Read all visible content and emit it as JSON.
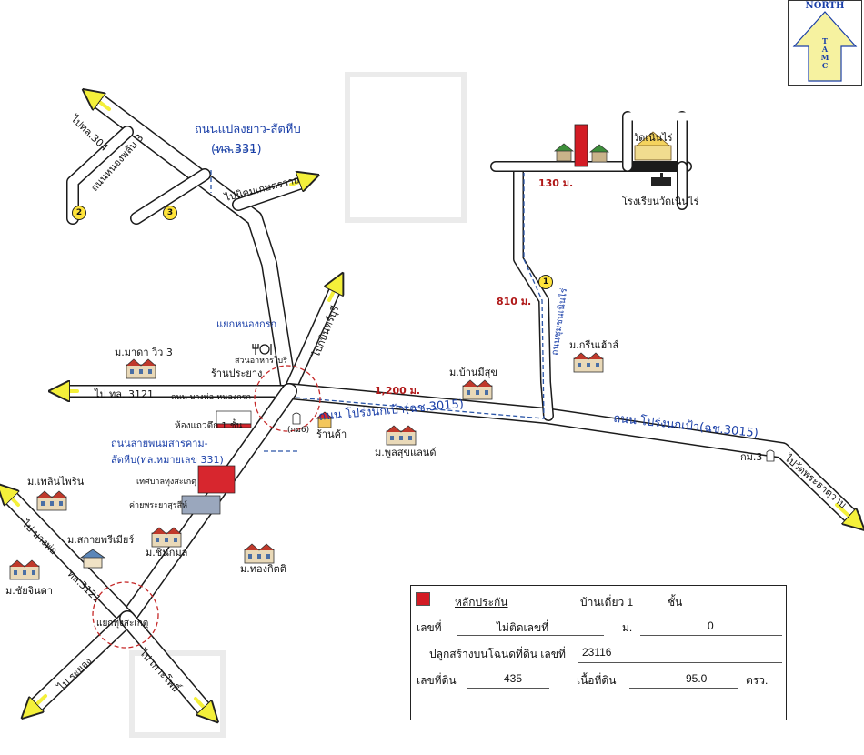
{
  "north": {
    "label": "NORTH",
    "letters": [
      "T",
      "A",
      "M",
      "C"
    ]
  },
  "roads": {
    "plaeng_yao_sattahip": "ถนนแปลงยาว-สัตหีบ",
    "route_331": "(ทล.331)",
    "to_route_304": "ไปทล.304",
    "to_nikhom_kasetwai": "ไปนิคมเกษตรวาย",
    "khanon_phana_3": "ถนนหนองพลับ 3",
    "yaek_nong_krok": "แยกหนองกรก",
    "to_kabin_buri": "ไปกบินทร์บุรี",
    "to_route_3121": "ไป ทล. 3121",
    "bang_pho_nong_krok": "ถนน บางพ่อ-หนองกรก",
    "prong_nok_pao_1": "ถนน โปร่งนกเป้า(ฉช.3015)",
    "prong_nok_pao_2": "ถนน โปร่งนกเป้า(ฉช.3015)",
    "sai_phanom_sarakham_1": "ถนนสายพนมสารคาม-",
    "sai_phanom_sarakham_2": "สัตหีบ(ทล.หมายเลข 331)",
    "to_bang_pho": "ไป บางพ่อ",
    "route_3121_vertical": "ทล.3121",
    "to_rayong": "ไป ระยอง",
    "to_ko_pho": "ไป เกาะโพธิ์",
    "to_wat_phra_that": "ไปวัดพระธาตุวาบ",
    "local_road": "ถนนชุมชนเนินไร่",
    "yaek_thung_saket": "แยกทุ่งสะเกตุ"
  },
  "distances": {
    "d130": "130 ม.",
    "d810": "810 ม.",
    "d1200": "1,200 ม."
  },
  "places": {
    "wat_noen_rai": "วัดเนินไร่",
    "school_noen_rai": "โรงเรียนวัดเนินไร่",
    "green_house": "ม.กรีนเฮ้าส์",
    "ban_mee_suk": "ม.บ้านมีสุข",
    "phunsuk_land": "ม.พูลสุขแลนด์",
    "shop": "ร้านค้า",
    "kom": "(กม6)",
    "km3": "กม.3",
    "mada_view": "ม.มาดา วิว 3",
    "suan_ahan": "สวนอาหารใบรี",
    "ran_pratuang": "ร้านประยาง",
    "row_house": "ห้องแถวตึก 1 ชั้น",
    "thetsaban": "เทศบาลทุ่งสะเกตุ",
    "khai_phra_yuttha": "ค่ายพระยาสุรสีห์",
    "ploenpirin": "ม.เพลินไพริน",
    "sakai_premier": "ม.สกายพรีเมียร์",
    "chai_chinda": "ม.ชัยจินดา",
    "chinnakamon": "ม.ชินกมล",
    "thong_kitti": "ม.ทองกิตติ"
  },
  "markers": [
    "1",
    "2",
    "3"
  ],
  "info": {
    "heading": "หลักประกัน",
    "type": "บ้านเดี่ยว 1",
    "type_unit": "ชั้น",
    "house_no_label": "เลขที่",
    "house_no_value": "ไม่ติดเลขที่",
    "moo_label": "ม.",
    "moo_value": "0",
    "deed_label": "ปลูกสร้างบนโฉนดที่ดิน เลขที่",
    "deed_value": "23116",
    "land_no_label": "เลขที่ดิน",
    "land_no_value": "435",
    "area_label": "เนื้อที่ดิน",
    "area_value": "95.0",
    "area_unit": "ตรว."
  },
  "colors": {
    "road_fill": "#ffffff",
    "road_edge": "#1b1b1b",
    "arrow": "#f4f03a",
    "subject": "#d31b24",
    "route_line": "#2a55a8"
  }
}
